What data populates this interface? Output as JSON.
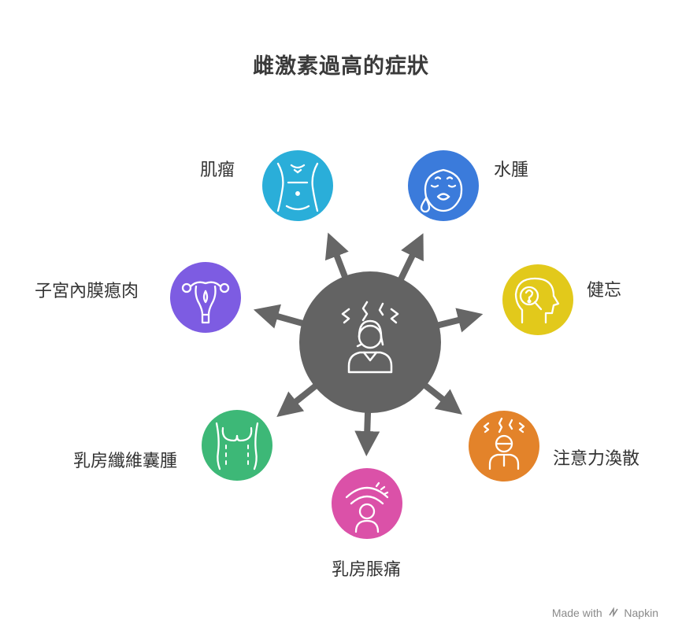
{
  "title": "雌激素過高的症狀",
  "center": {
    "icon": "stressed-woman-icon",
    "color": "#636363"
  },
  "items": [
    {
      "label": "肌瘤",
      "icon": "abdomen-torso-icon",
      "color": "#2AAED9"
    },
    {
      "label": "水腫",
      "icon": "swollen-face-icon",
      "color": "#3B7BDB"
    },
    {
      "label": "健忘",
      "icon": "head-question-icon",
      "color": "#E2C91B"
    },
    {
      "label": "注意力渙散",
      "icon": "stressed-person-icon",
      "color": "#E3832A"
    },
    {
      "label": "乳房脹痛",
      "icon": "breast-pain-icon",
      "color": "#DB51A8"
    },
    {
      "label": "乳房纖維囊腫",
      "icon": "chest-torso-icon",
      "color": "#3DB877"
    },
    {
      "label": "子宮內膜瘜肉",
      "icon": "uterus-icon",
      "color": "#7D5CE2"
    }
  ],
  "watermark": {
    "made_with": "Made with",
    "brand": "Napkin"
  }
}
